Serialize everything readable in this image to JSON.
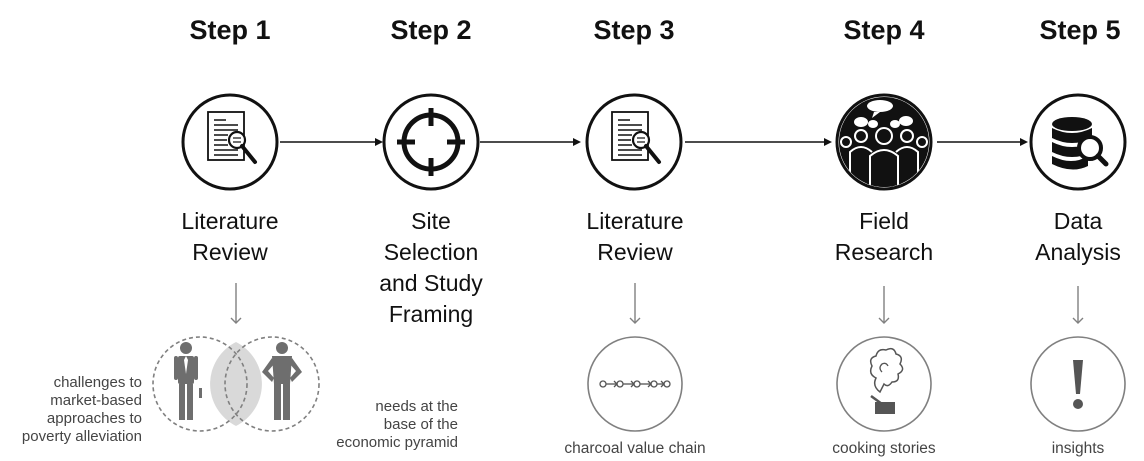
{
  "steps": [
    {
      "title": "Step 1",
      "label": [
        "Literature",
        "Review"
      ],
      "icon": "document-magnifier-icon"
    },
    {
      "title": "Step 2",
      "label": [
        "Site",
        "Selection",
        "and Study",
        "Framing"
      ],
      "icon": "crosshair-icon"
    },
    {
      "title": "Step 3",
      "label": [
        "Literature",
        "Review"
      ],
      "icon": "document-magnifier-icon"
    },
    {
      "title": "Step 4",
      "label": [
        "Field",
        "Research"
      ],
      "icon": "people-speech-icon"
    },
    {
      "title": "Step 5",
      "label": [
        "Data",
        "Analysis"
      ],
      "icon": "database-search-icon"
    }
  ],
  "outputs": {
    "step1": {
      "left_annotation": [
        "challenges to",
        "market-based",
        "approaches to",
        "poverty alleviation"
      ],
      "right_annotation": [
        "needs at the",
        "base of the",
        "economic pyramid"
      ],
      "icons": [
        "businessman-icon",
        "worker-icon"
      ]
    },
    "step3": {
      "caption": "charcoal value chain",
      "icon": "value-chain-icon"
    },
    "step4": {
      "caption": "cooking stories",
      "icon": "smoke-stove-icon"
    },
    "step5": {
      "caption": "insights",
      "icon": "exclamation-icon"
    }
  },
  "colors": {
    "main": "#111111",
    "output": "#808080",
    "venn_fill": "#d9d9d9"
  }
}
